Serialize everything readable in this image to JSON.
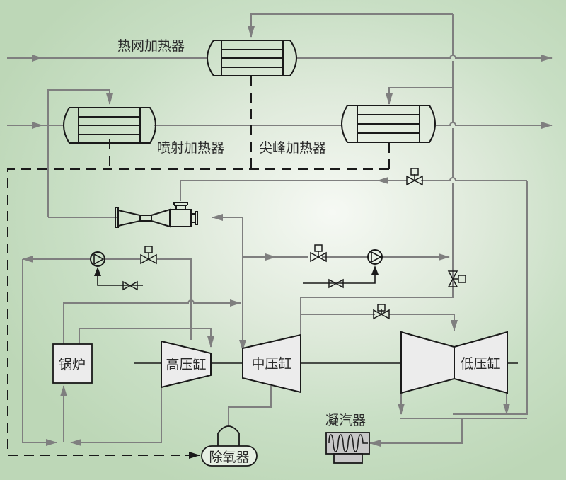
{
  "title": "热电联产供热系统流程图",
  "labels": {
    "heat_network_heater": "热网加热器",
    "jet_heater": "喷射加热器",
    "peak_heater": "尖峰加热器",
    "boiler": "锅炉",
    "hp_cylinder": "高压缸",
    "ip_cylinder": "中压缸",
    "lp_cylinder": "低压缸",
    "condenser": "凝汽器",
    "deaerator": "除氧器"
  },
  "colors": {
    "pipe": "#7f7f7f",
    "equipment_outline": "#1a1a1a",
    "equipment_fill": "#ececec",
    "background": "#c9dfc5"
  }
}
